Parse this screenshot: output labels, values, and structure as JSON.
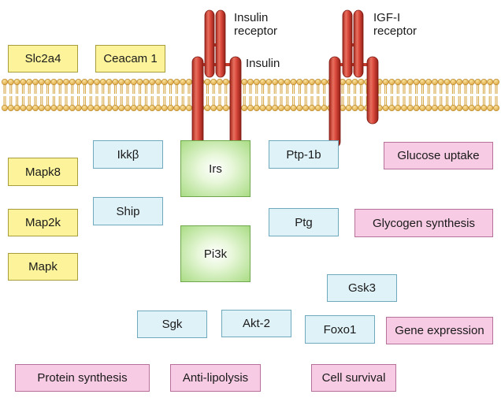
{
  "receptors": {
    "insulin_receptor": [
      "Insulin",
      "receptor"
    ],
    "igf_receptor": [
      "IGF-I",
      "receptor"
    ],
    "ligand": "Insulin"
  },
  "membrane_proteins": {
    "slc2a4": "Slc2a4",
    "ceacam1": "Ceacam 1"
  },
  "kinases_left": {
    "mapk8": "Mapk8",
    "map2k": "Map2k",
    "mapk": "Mapk"
  },
  "signaling": {
    "ikkb": "Ikkβ",
    "ship": "Ship",
    "irs": "Irs",
    "pi3k": "Pi3k",
    "ptp1b": "Ptp-1b",
    "ptg": "Ptg",
    "gsk3": "Gsk3",
    "sgk": "Sgk",
    "akt2": "Akt-2",
    "foxo1": "Foxo1"
  },
  "outcomes": {
    "glucose_uptake": "Glucose uptake",
    "glycogen_synthesis": "Glycogen synthesis",
    "gene_expression": "Gene expression",
    "protein_synthesis": "Protein synthesis",
    "anti_lipolysis": "Anti-lipolysis",
    "cell_survival": "Cell survival"
  },
  "colors": {
    "membrane_head": "#f1c25a",
    "membrane_tail": "#d4a23a",
    "receptor": "#d9473a",
    "yellow_box": "#fdf39a",
    "blue_box": "#dff2f8",
    "pink_box": "#f7cbe3",
    "green_box": "#a9dc84"
  }
}
